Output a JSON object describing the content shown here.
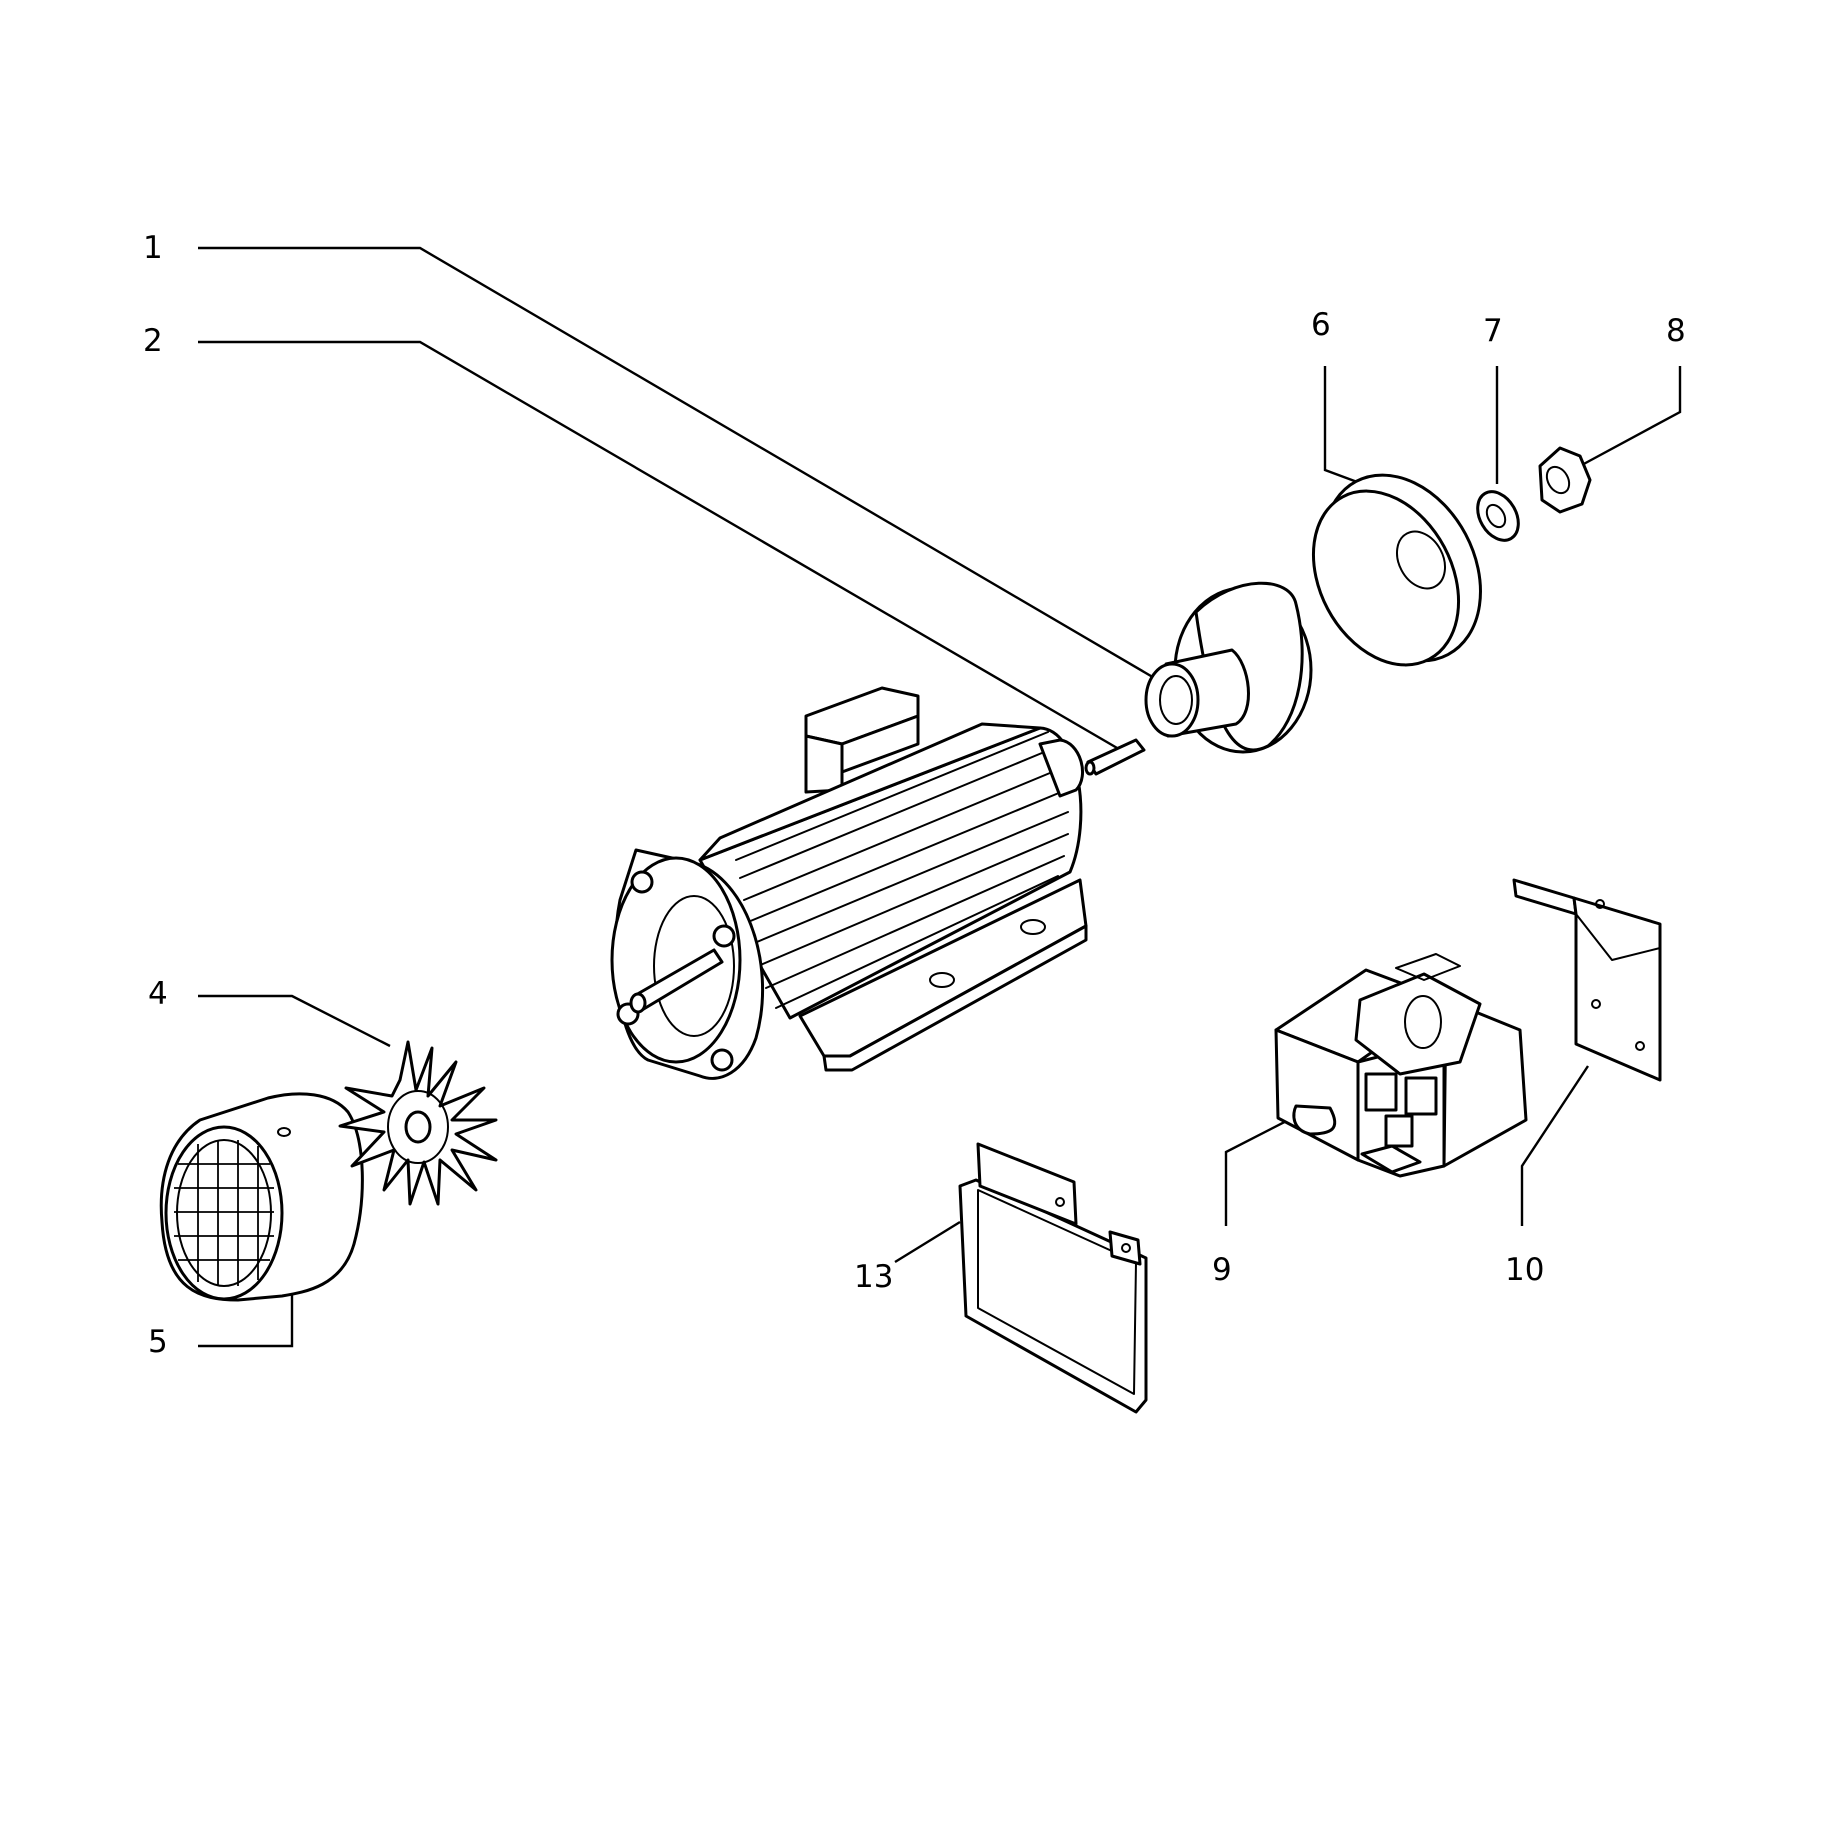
{
  "callouts": {
    "c1": "1",
    "c2": "2",
    "c4": "4",
    "c5": "5",
    "c6": "6",
    "c7": "7",
    "c8": "8",
    "c9": "9",
    "c10": "10",
    "c13": "13"
  }
}
